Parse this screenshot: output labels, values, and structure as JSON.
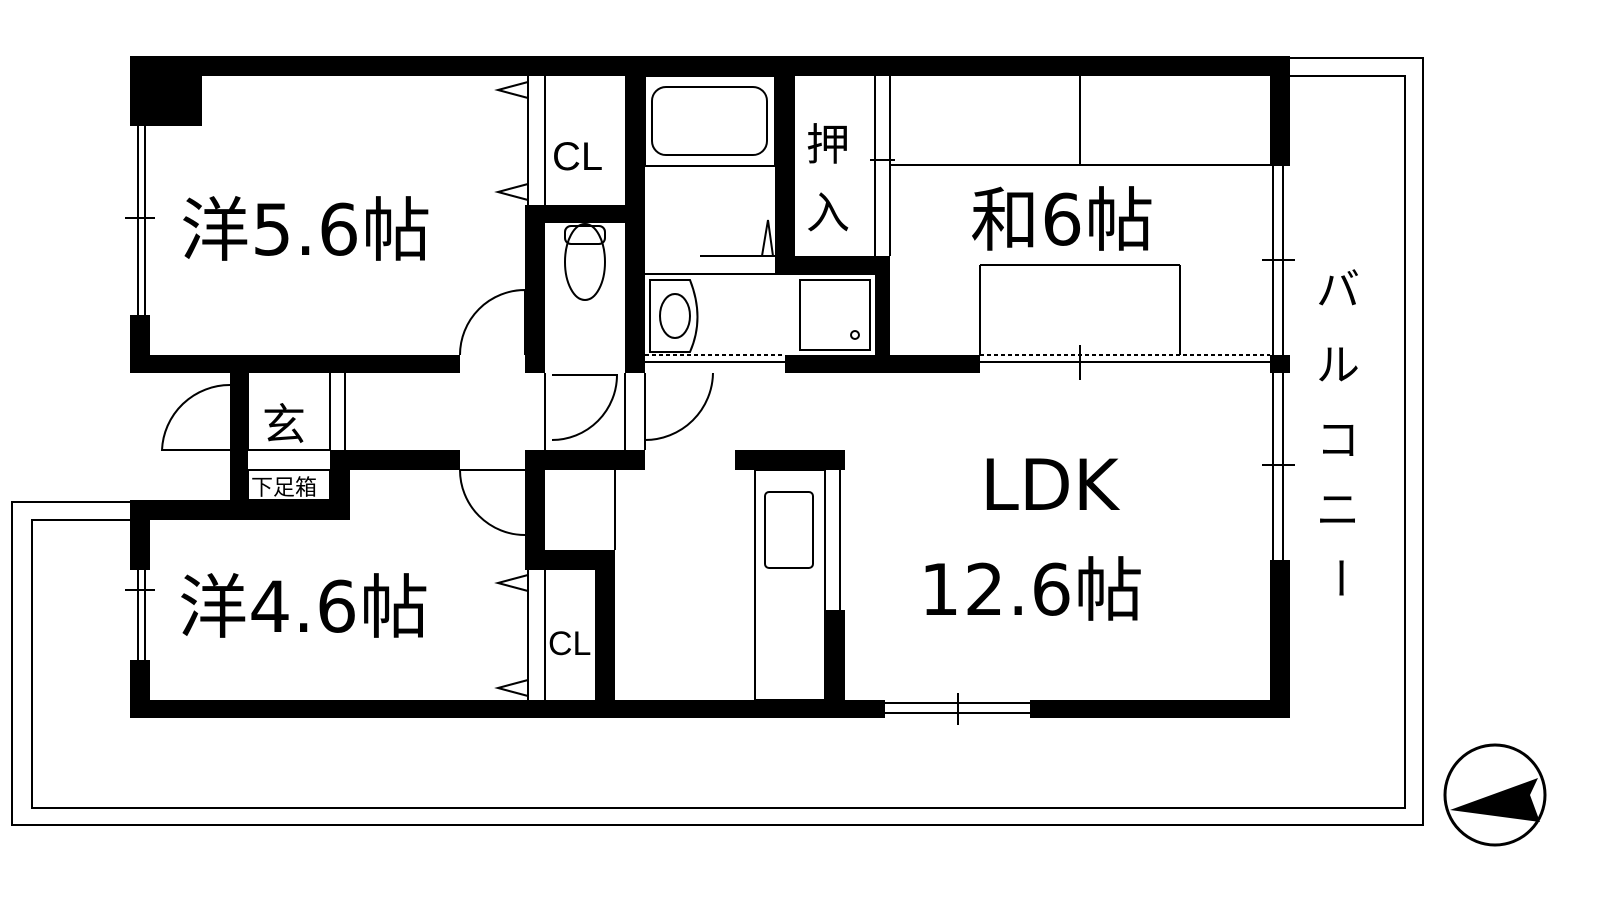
{
  "rooms": {
    "western_1": "洋5.6帖",
    "western_2": "洋4.6帖",
    "japanese": "和6帖",
    "ldk_label": "LDK",
    "ldk_size": "12.6帖"
  },
  "labels": {
    "closet_top": "CL",
    "closet_bottom": "CL",
    "oshiire_1": "押",
    "oshiire_2": "入",
    "entrance": "玄",
    "shoe_box": "下足箱",
    "balcony": [
      "バ",
      "ル",
      "コ",
      "ニ",
      "ー"
    ]
  },
  "colors": {
    "wall": "#000000",
    "line": "#000000",
    "background": "#ffffff"
  }
}
